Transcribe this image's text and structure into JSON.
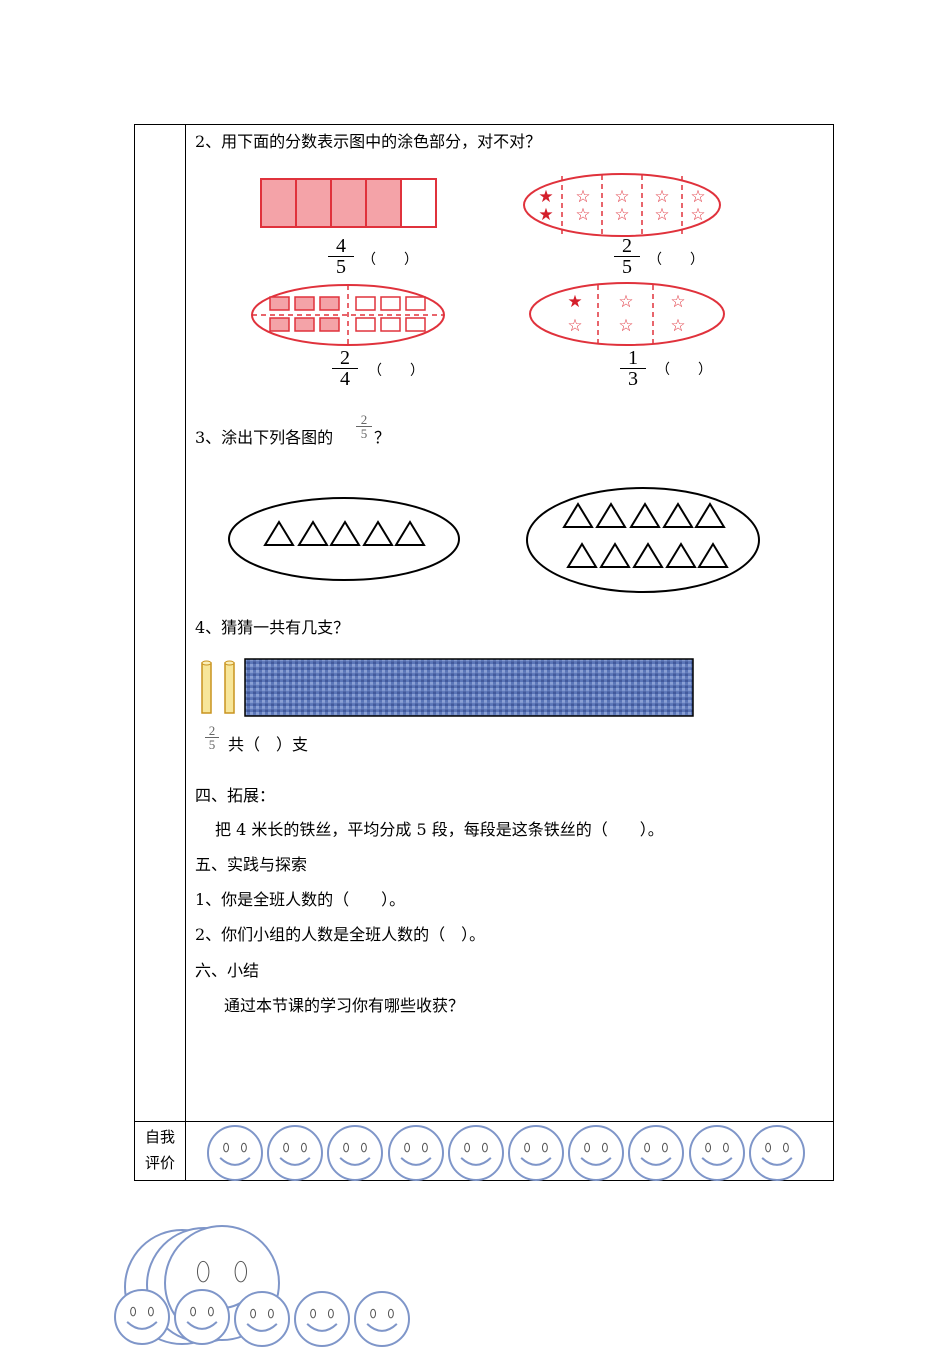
{
  "q2": {
    "title": "2、用下面的分数表示图中的涂色部分，对不对？",
    "items": [
      {
        "num": "4",
        "den": "5",
        "paren": "（　　）"
      },
      {
        "num": "2",
        "den": "5",
        "paren": "（　　）"
      },
      {
        "num": "2",
        "den": "4",
        "paren": "（　　）"
      },
      {
        "num": "1",
        "den": "3",
        "paren": "（　　）"
      }
    ],
    "colors": {
      "fill": "#f4a3a8",
      "stroke": "#e0323c",
      "star": "#d41f2b"
    }
  },
  "q3": {
    "prefix": "3、涂出下列各图的",
    "num": "2",
    "den": "5",
    "suffix": "？"
  },
  "q4": {
    "title": "4、猜猜一共有几支？",
    "num": "2",
    "den": "5",
    "answer": "共（　）支",
    "cloth_color": "#5b76b8"
  },
  "extend": {
    "heading": "四、拓展：",
    "text": "把 4 米长的铁丝，平均分成 5 段，每段是这条铁丝的（　　）。"
  },
  "practice": {
    "heading": "五、实践与探索",
    "items": [
      "1、你是全班人数的（　　）。",
      "2、你们小组的人数是全班人数的（　）。"
    ]
  },
  "summary": {
    "heading": "六、小结",
    "text": "通过本节课的学习你有哪些收获？"
  },
  "self_eval": {
    "label_line1": "自我",
    "label_line2": "评价",
    "smiley_count": 10,
    "smiley_color": "#7f96c9"
  }
}
